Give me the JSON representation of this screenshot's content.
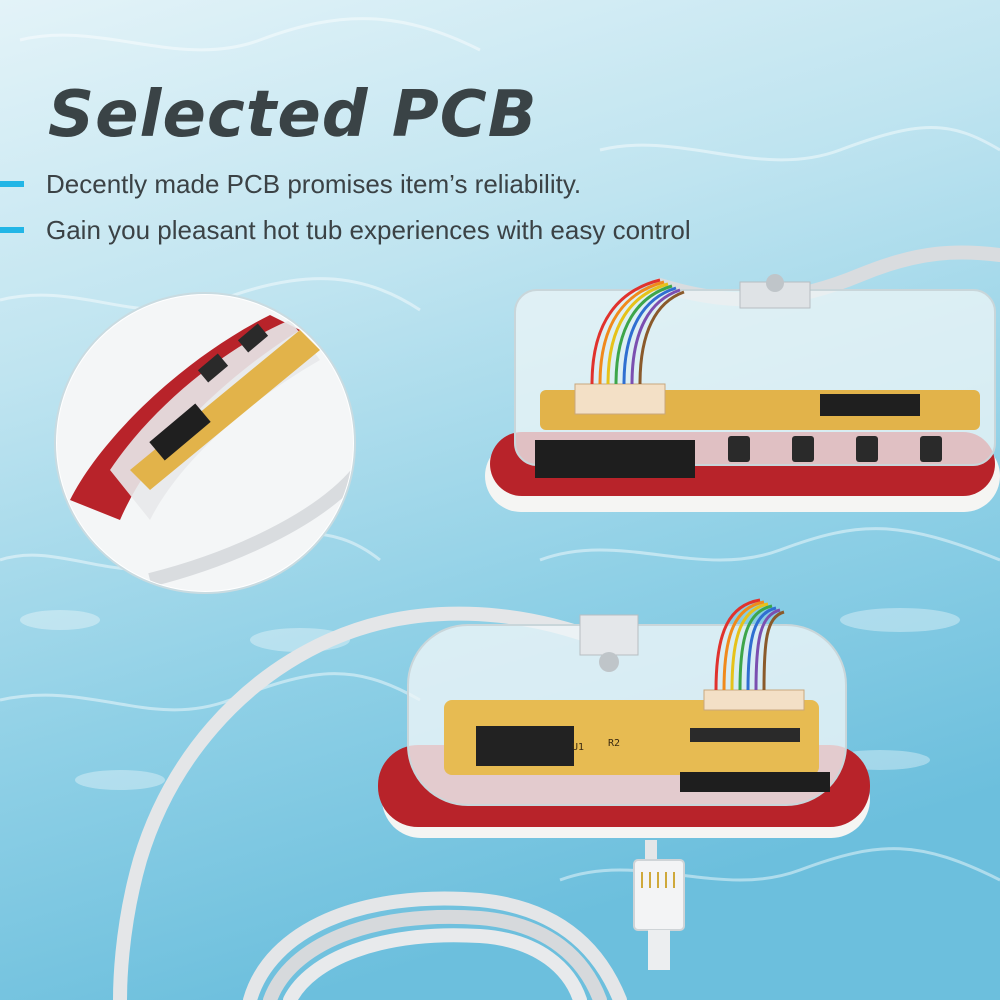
{
  "headline": "Selected  PCB",
  "bullets": [
    "Decently made PCB promises item’s reliability.",
    "Gain you pleasant hot tub experiences with easy control"
  ],
  "colors": {
    "water_light": "#cfeaf3",
    "water_mid": "#8fd0e6",
    "water_deep": "#5fb6d6",
    "accent": "#22b6e6",
    "title_text": "#3a4346",
    "gasket_red": "#c8262b",
    "pcb_yellow": "#e8b84a"
  },
  "product_labels": {
    "chip_u1": "U1",
    "resistor_r2": "R2"
  }
}
